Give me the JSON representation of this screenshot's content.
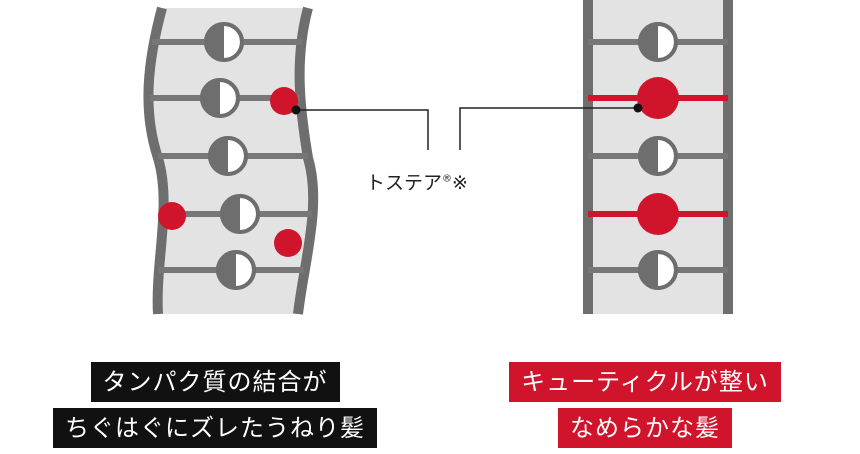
{
  "label": {
    "main": "トステア",
    "mark": "®",
    "note": "※"
  },
  "captions": {
    "left": [
      "タンパク質の結合が",
      "ちぐはぐにズレたうねり髪"
    ],
    "right": [
      "キューティクルが整い",
      "なめらかな髪"
    ]
  },
  "colors": {
    "strand_fill": "#e3e3e3",
    "strand_edge": "#6e6e6e",
    "rung": "#777777",
    "bond_dark": "#6e6e6e",
    "bond_light": "#ffffff",
    "accent_red": "#d0142c",
    "caption_dark": "#111111"
  }
}
